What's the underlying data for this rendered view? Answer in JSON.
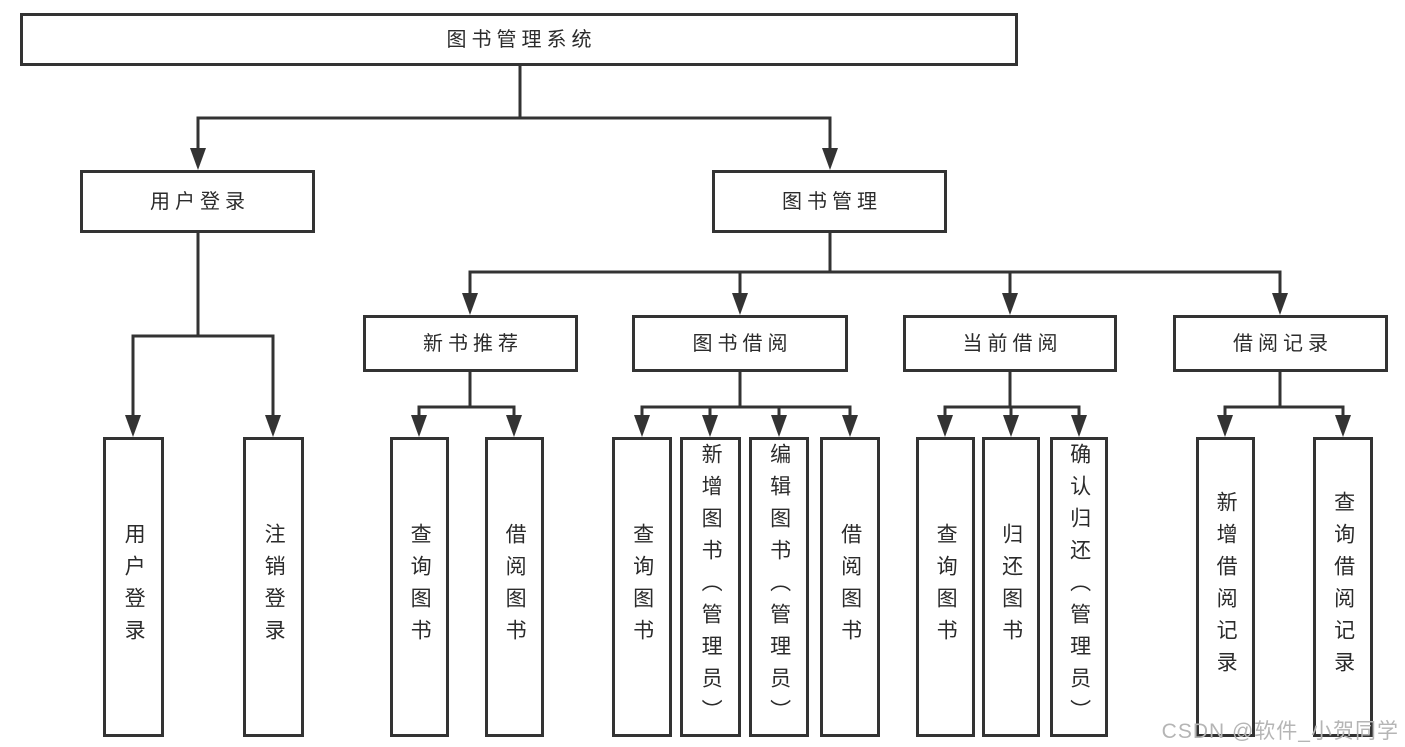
{
  "title": "图书管理系统",
  "tree": {
    "label": "图书管理系统",
    "children": [
      {
        "label": "用户登录",
        "children": [
          {
            "label": "用户登录"
          },
          {
            "label": "注销登录"
          }
        ]
      },
      {
        "label": "图书管理",
        "children": [
          {
            "label": "新书推荐",
            "children": [
              {
                "label": "查询图书"
              },
              {
                "label": "借阅图书"
              }
            ]
          },
          {
            "label": "图书借阅",
            "children": [
              {
                "label": "查询图书"
              },
              {
                "label": "新增图书（管理员）"
              },
              {
                "label": "编辑图书（管理员）"
              },
              {
                "label": "借阅图书"
              }
            ]
          },
          {
            "label": "当前借阅",
            "children": [
              {
                "label": "查询图书"
              },
              {
                "label": "归还图书"
              },
              {
                "label": "确认归还（管理员）"
              }
            ]
          },
          {
            "label": "借阅记录",
            "children": [
              {
                "label": "新增借阅记录"
              },
              {
                "label": "查询借阅记录"
              }
            ]
          }
        ]
      }
    ]
  },
  "watermark": "CSDN @软件_小贺同学",
  "colors": {
    "line": "#333333",
    "box_border": "#333333",
    "text": "#2b2b2b",
    "background": "#ffffff",
    "watermark": "#b5b5b5"
  }
}
